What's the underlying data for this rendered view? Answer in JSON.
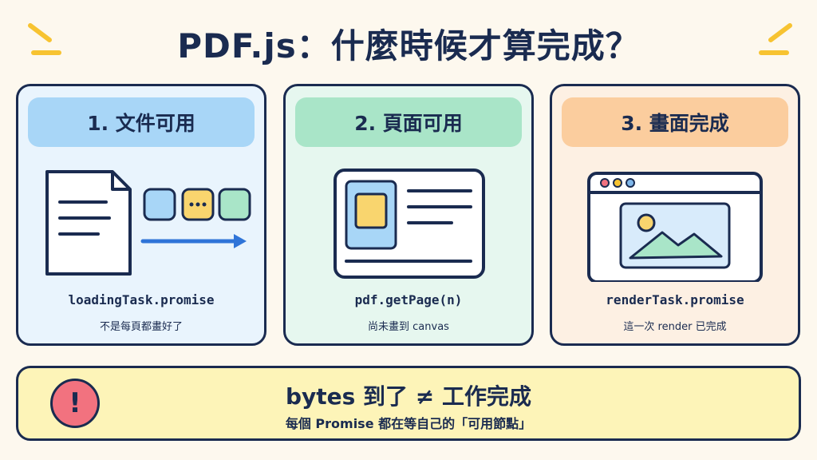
{
  "title": "PDF.js：什麼時候才算完成？",
  "accent_colors": {
    "navy": "#1a2b50",
    "blue": "#a8d6f7",
    "green": "#a9e5c8",
    "orange": "#fbcd9e",
    "yellow": "#fdf4b8",
    "red": "#f2727f",
    "spark": "#f7c331"
  },
  "cards": [
    {
      "heading": "1. 文件可用",
      "code": "loadingTask.promise",
      "note": "不是每頁都畫好了",
      "icon": "document-with-loading-chunks-icon"
    },
    {
      "heading": "2. 頁面可用",
      "code": "pdf.getPage(n)",
      "note": "尚未畫到 canvas",
      "icon": "page-layout-icon"
    },
    {
      "heading": "3. 畫面完成",
      "code": "renderTask.promise",
      "note": "這一次 render 已完成",
      "icon": "browser-image-icon"
    }
  ],
  "banner": {
    "icon": "exclamation-icon",
    "symbol": "!",
    "main": "bytes 到了 ≠ 工作完成",
    "sub": "每個 Promise 都在等自己的「可用節點」"
  }
}
